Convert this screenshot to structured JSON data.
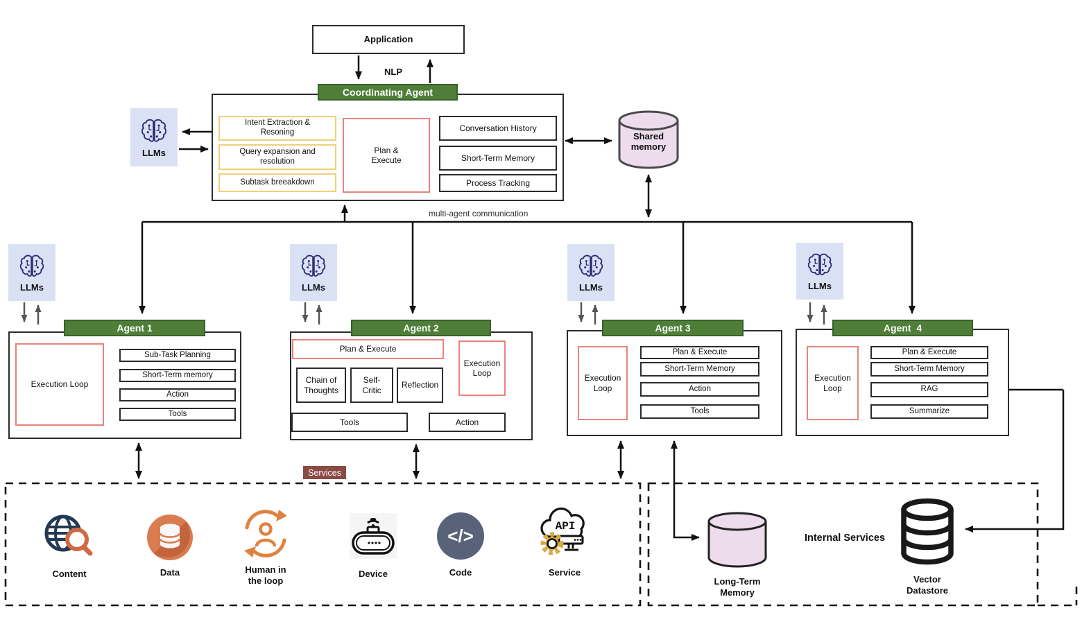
{
  "application": {
    "title": "Application",
    "nlp_label": "NLP"
  },
  "coordinator": {
    "title": "Coordinating Agent",
    "intent": "Intent Extraction &\nResoning",
    "query": "Query expansion and\nresolution",
    "subtask": "Subtask breeakdown",
    "plan_execute": "Plan &\nExecute",
    "conversation_history": "Conversation History",
    "short_term_memory": "Short-Term Memory",
    "process_tracking": "Process Tracking"
  },
  "llms_label": "LLMs",
  "shared_memory": "Shared\nmemory",
  "bus_label": "multi-agent communication",
  "agent1": {
    "title": "Agent 1",
    "execution_loop": "Execution Loop",
    "rows": [
      "Sub-Task Planning",
      "Short-Term memory",
      "Action",
      "Tools"
    ]
  },
  "agent2": {
    "title": "Agent 2",
    "plan_execute": "Plan & Execute",
    "execution_loop": "Execution\nLoop",
    "chain_of_thoughts": "Chain of\nThoughts",
    "self_critic": "Self-\nCritic",
    "reflection": "Reflection",
    "tools": "Tools",
    "action": "Action"
  },
  "agent3": {
    "title": "Agent 3",
    "execution_loop": "Execution\nLoop",
    "rows": [
      "Plan & Execute",
      "Short-Term Memory",
      "Action",
      "Tools"
    ]
  },
  "agent4": {
    "title": "Agent  4",
    "execution_loop": "Execution\nLoop",
    "rows": [
      "Plan & Execute",
      "Short-Term Memory",
      "RAG",
      "Summarize"
    ]
  },
  "services": {
    "label": "Services",
    "content": "Content",
    "data": "Data",
    "human_in_loop": "Human in\nthe loop",
    "device": "Device",
    "code": "Code",
    "service": "Service"
  },
  "internal_services": {
    "label": "Internal Services",
    "long_term_memory": "Long-Term\nMemory",
    "vector_datastore": "Vector\nDatastore"
  },
  "colors": {
    "green": "#4e7e38",
    "salmon": "#e8837a",
    "yellow": "#eed17a",
    "navy_icon": "#2b2f77",
    "pink_cylinder": "#ecdcec",
    "maroon": "#8b4a44",
    "orange": "#d97c50",
    "slate": "#58637a",
    "gold": "#d8a93f"
  }
}
